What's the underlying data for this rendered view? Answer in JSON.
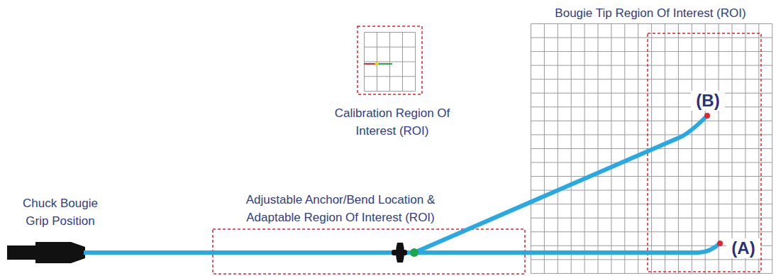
{
  "diagram": {
    "nodes": [
      {
        "text": [
          "Calibration Region Of Interest (ROI)"
        ]
      },
      {
        "text": [
          "Bougie Tip Region Of Interest (ROI)"
        ]
      },
      {
        "text": [
          "Adjustable Anchor/Bend Location & Adaptable Region Of Interest (ROI)"
        ]
      }
    ],
    "edges": [],
    "labels": [
      "Chuck Bougie Grip Position",
      "(B)",
      "(A)"
    ]
  }
}
